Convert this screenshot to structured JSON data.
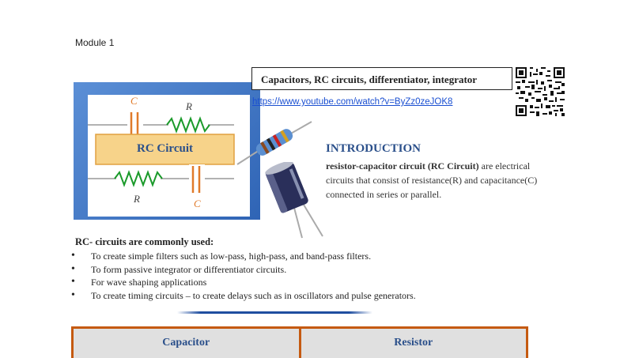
{
  "header": {
    "module_label": "Module 1"
  },
  "banner": {
    "title": "Capacitors, RC circuits, differentiator, integrator",
    "link": "https://www.youtube.com/watch?v=ByZz0zeJOK8"
  },
  "diagram": {
    "label": "RC Circuit",
    "c_top": "C",
    "r_top": "R",
    "r_bottom": "R",
    "c_bottom": "C",
    "accent_color": "#e07a2a",
    "wire_color": "#999999",
    "zigzag_color": "#1a9a2a"
  },
  "intro": {
    "heading": "INTRODUCTION",
    "bold_lead": "resistor-capacitor circuit (RC Circuit)",
    "body": " are electrical circuits that consist of resistance(R) and capacitance(C) connected in series or parallel."
  },
  "uses": {
    "heading": "RC- circuits are commonly used:",
    "items": [
      "To create simple filters such as low-pass, high-pass, and band-pass filters.",
      "To form passive integrator or differentiator circuits.",
      "For wave shaping applications",
      "To create timing circuits – to create delays such as in oscillators and pulse generators."
    ]
  },
  "table": {
    "headers": [
      "Capacitor",
      "Resistor"
    ]
  }
}
